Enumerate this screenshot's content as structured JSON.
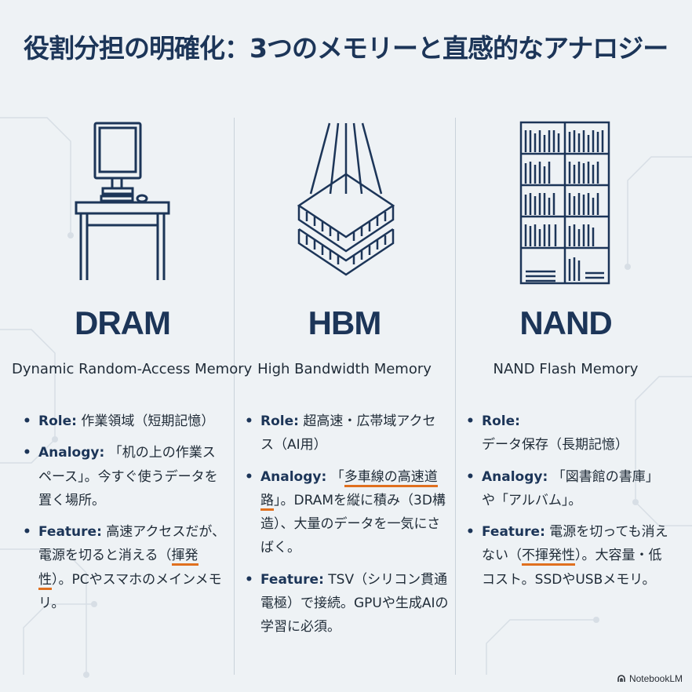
{
  "title": "役割分担の明確化：3つのメモリーと直感的なアナロジー",
  "colors": {
    "accent": "#1c3558",
    "highlight": "#e0701f",
    "background": "#eef2f5"
  },
  "columns": [
    {
      "icon": "desk-computer-icon",
      "name": "DRAM",
      "subtitle": "Dynamic Random-Access Memory",
      "role_key": "Role:",
      "role": " 作業領域（短期記憶）",
      "analogy_key": "Analogy:",
      "analogy": " 「机の上の作業スペース」。今すぐ使うデータを置く場所。",
      "feature_key": "Feature:",
      "feature_pre": " 高速アクセスだが、電源を切ると消える（",
      "feature_hl": "揮発性",
      "feature_post": "）。PCやスマホのメインメモリ。"
    },
    {
      "icon": "multilane-highway-stack-icon",
      "name": "HBM",
      "subtitle": "High Bandwidth Memory",
      "role_key": "Role:",
      "role": " 超高速・広帯域アクセス（AI用）",
      "analogy_key": "Analogy:",
      "analogy_pre": " 「",
      "analogy_hl": "多車線の高速道路",
      "analogy_post": "」。DRAMを縦に積み（3D構造）、大量のデータを一気にさばく。",
      "feature_key": "Feature:",
      "feature": " TSV（シリコン貫通電極）で接続。GPUや生成AIの学習に必須。"
    },
    {
      "icon": "library-bookshelf-icon",
      "name": "NAND",
      "subtitle": "NAND Flash Memory",
      "role_key": "Role:",
      "role": " データ保存（長期記憶）",
      "analogy_key": "Analogy:",
      "analogy": " 「図書館の書庫」や「アルバム」。",
      "feature_key": "Feature:",
      "feature_pre": " 電源を切っても消えない（",
      "feature_hl": "不揮発性",
      "feature_post": "）。大容量・低コスト。SSDやUSBメモリ。"
    }
  ],
  "brand": {
    "name": "NotebookLM",
    "icon": "notebooklm-logo-icon"
  }
}
